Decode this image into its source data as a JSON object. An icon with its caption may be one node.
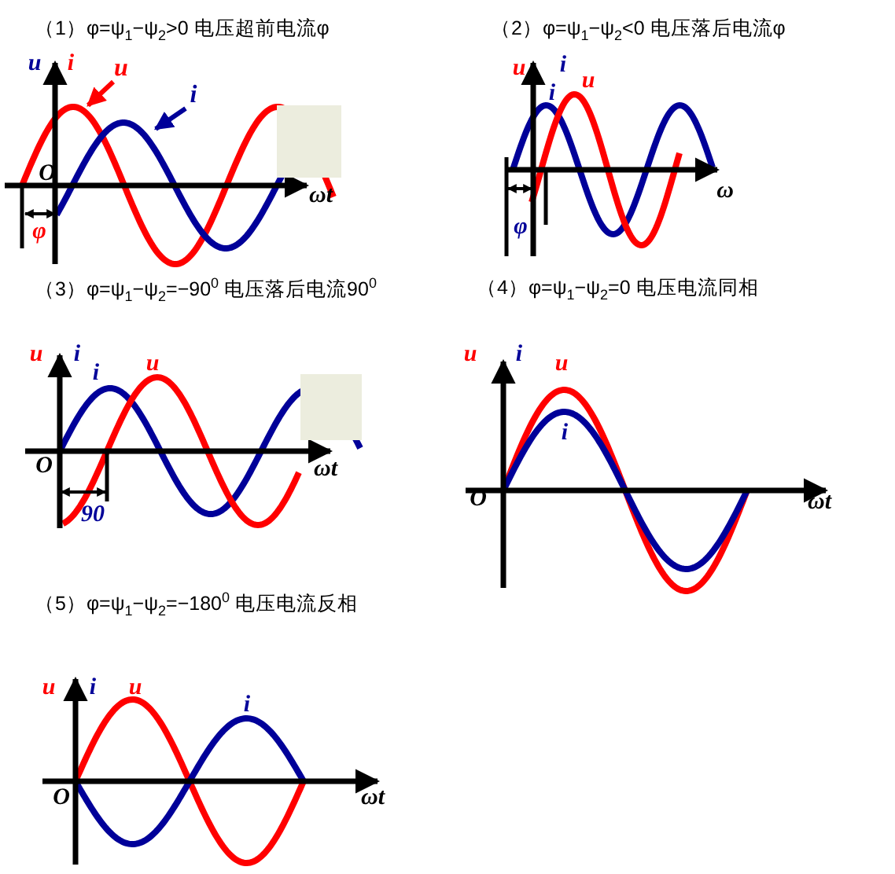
{
  "diagram": {
    "nodes": [
      {
        "text": [
          "u"
        ]
      },
      {
        "text": [
          "i"
        ]
      }
    ],
    "edges": [
      {
        "from": 0,
        "to": null,
        "arrow": "to",
        "color": "#ff0000"
      },
      {
        "from": 1,
        "to": null,
        "arrow": "to",
        "color": "#000099"
      }
    ],
    "labels": [
      "（1）φ=ψ$_{1}$−ψ$_{2}$>0 电压超前电流φ",
      "u",
      "i",
      "O",
      "ωt",
      "φ",
      "（2）φ=ψ$_{1}$−ψ$_{2}$<0 电压落后电流φ",
      "u",
      "i",
      "i",
      "u",
      "ω",
      "φ",
      "（3）φ=ψ$_{1}$−ψ$_{2}$=−90$^{0}$ 电压落后电流90$^{0}$",
      "u",
      "i",
      "i",
      "u",
      "O",
      "ωt",
      "90",
      "（4）φ=ψ$_{1}$−ψ$_{2}$=0 电压电流同相",
      "u",
      "i",
      "u",
      "i",
      "O",
      "ωt",
      "（5）φ=ψ$_{1}$−ψ$_{2}$=−180$^{0}$ 电压电流反相",
      "u",
      "i",
      "u",
      "i",
      "O",
      "ωt"
    ]
  }
}
